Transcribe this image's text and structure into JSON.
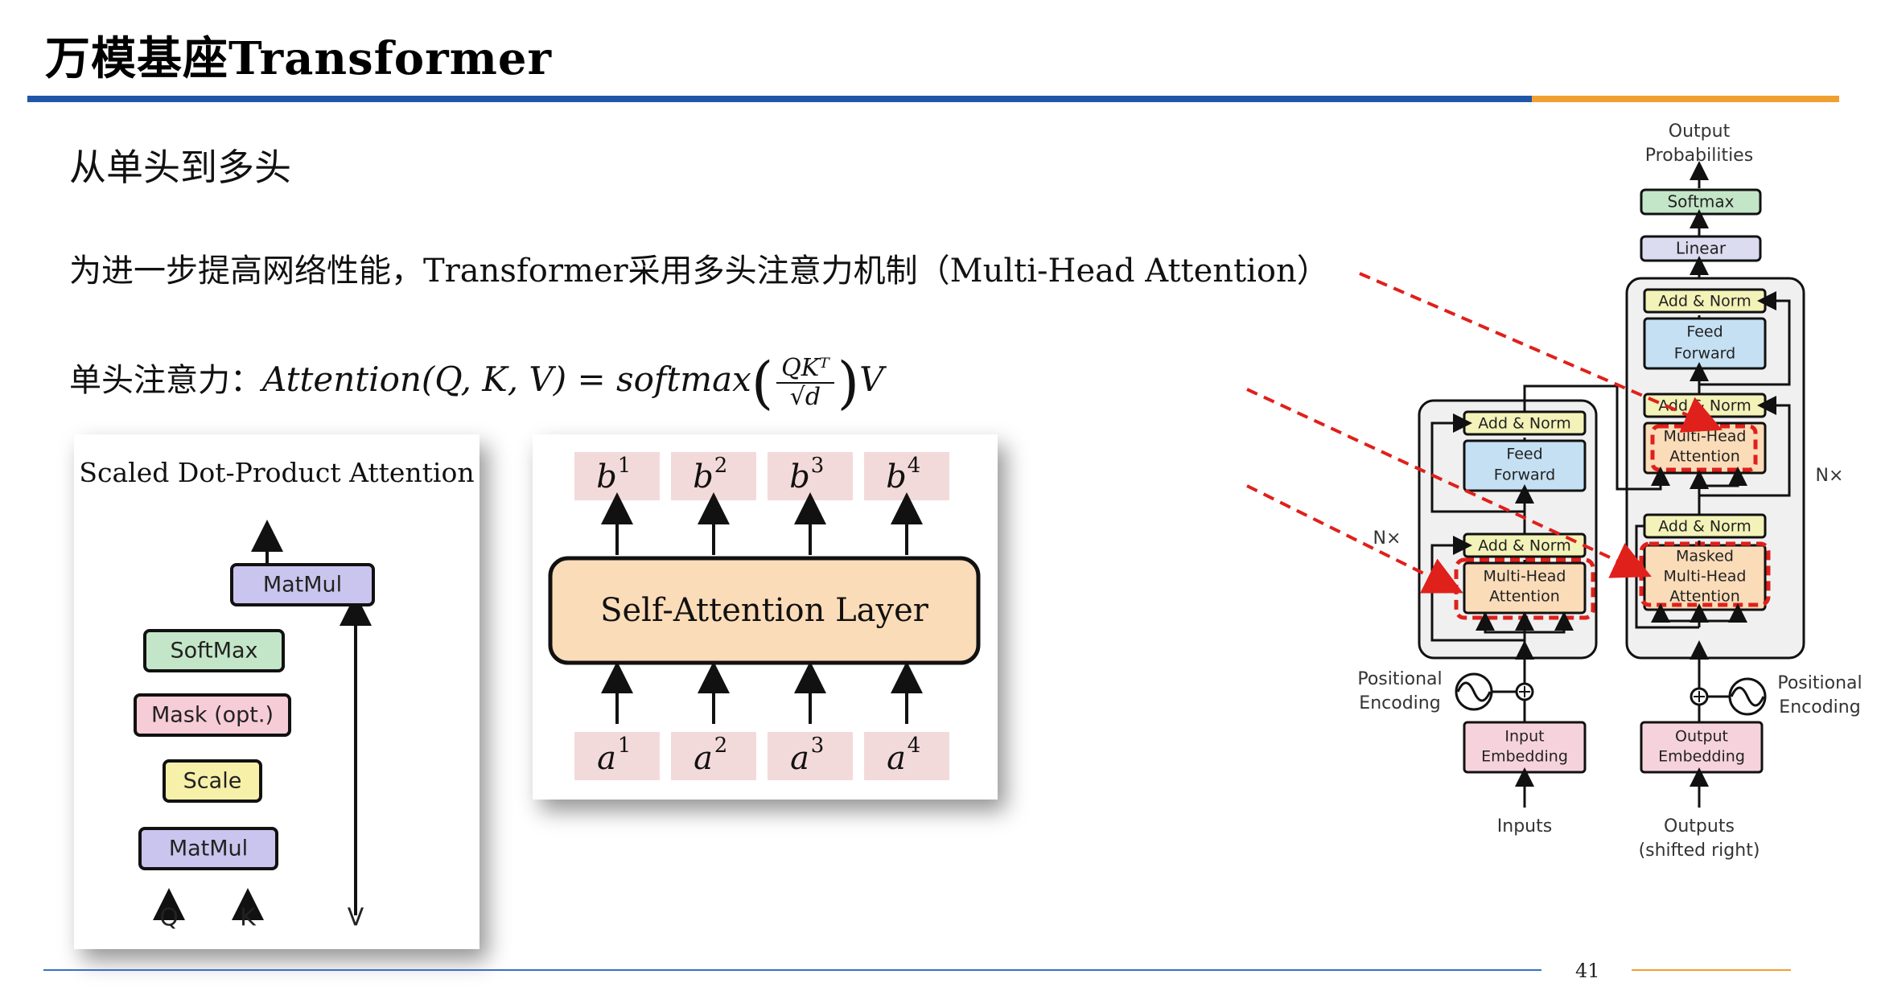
{
  "slide": {
    "title": "万模基座Transformer",
    "subhead": "从单头到多头",
    "line1": "为进一步提高网络性能，Transformer采用多头注意力机制（Multi-Head Attention）",
    "line2_prefix": "单头注意力：",
    "formula": {
      "lhs": "Attention(Q, K, V) = softmax",
      "num": "QKᵀ",
      "den": "√d",
      "tail": "V"
    },
    "page_number": "41"
  },
  "colors": {
    "title_rule_blue": "#1f56a8",
    "title_rule_orange": "#f0a030",
    "red_dashed": "#e0201b"
  },
  "sdpa": {
    "title": "Scaled Dot-Product Attention",
    "blocks": {
      "matmul_top": "MatMul",
      "softmax": "SoftMax",
      "mask": "Mask (opt.)",
      "scale": "Scale",
      "matmul_bottom": "MatMul"
    },
    "inputs": {
      "q": "Q",
      "k": "K",
      "v": "V"
    },
    "colors": {
      "matmul": "#c9c5ee",
      "softmax": "#c4e6c8",
      "mask": "#f6ccd6",
      "scale": "#f7f0a8"
    }
  },
  "self_attention": {
    "layer_label": "Self-Attention Layer",
    "outputs": [
      {
        "base": "b",
        "sup": "1"
      },
      {
        "base": "b",
        "sup": "2"
      },
      {
        "base": "b",
        "sup": "3"
      },
      {
        "base": "b",
        "sup": "4"
      }
    ],
    "inputs": [
      {
        "base": "a",
        "sup": "1"
      },
      {
        "base": "a",
        "sup": "2"
      },
      {
        "base": "a",
        "sup": "3"
      },
      {
        "base": "a",
        "sup": "4"
      }
    ],
    "colors": {
      "cell": "#f3dada",
      "layer": "#fbdcb8"
    }
  },
  "transformer": {
    "output_probabilities": [
      "Output",
      "Probabilities"
    ],
    "softmax": "Softmax",
    "linear": "Linear",
    "add_norm": "Add & Norm",
    "feed_forward": [
      "Feed",
      "Forward"
    ],
    "multi_head_attention": [
      "Multi-Head",
      "Attention"
    ],
    "masked_multi_head_attention": [
      "Masked",
      "Multi-Head",
      "Attention"
    ],
    "nx_encoder": "N×",
    "nx_decoder": "N×",
    "positional_encoding": [
      "Positional",
      "Encoding"
    ],
    "input_embedding": [
      "Input",
      "Embedding"
    ],
    "output_embedding": [
      "Output",
      "Embedding"
    ],
    "inputs": "Inputs",
    "outputs": [
      "Outputs",
      "(shifted right)"
    ],
    "colors": {
      "add_norm": "#f3f2b8",
      "feed_forward": "#c5e0f3",
      "attention": "#fbdcb8",
      "embedding": "#f6d3dc",
      "softmax": "#c4e6c8",
      "linear": "#dcdcf0",
      "stack_bg": "#f0f0f0"
    }
  }
}
